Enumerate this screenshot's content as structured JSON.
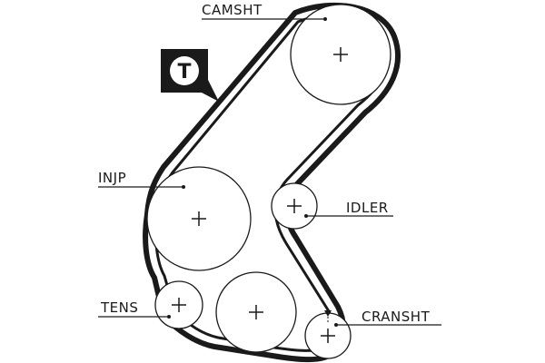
{
  "diagram": {
    "labels": {
      "camshaft": "CAMSHT",
      "injection_pump": "INJP",
      "idler": "IDLER",
      "tensioner": "TENS",
      "crankshaft": "CRANSHT"
    },
    "badge": {
      "letter": "T"
    },
    "colors": {
      "ink": "#1a1a1a",
      "background": "#ffffff"
    }
  }
}
